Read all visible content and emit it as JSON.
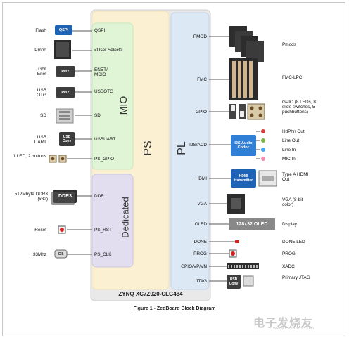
{
  "sections": {
    "mio": "MIO",
    "ps": "PS",
    "pl": "PL",
    "dedicated": "Dedicated"
  },
  "chip_name": "ZYNQ XC7Z020-CLG484",
  "caption": "Figure 1 - ZedBoard Block Diagram",
  "left_peripherals": [
    {
      "label": "Flash",
      "signal": "QSPI",
      "chip": "QSPI"
    },
    {
      "label": "Pmod",
      "signal": "<User Select>",
      "chip": ""
    },
    {
      "label": "Gbit Enet",
      "signal": "ENET/ MDIO",
      "chip": "PHY"
    },
    {
      "label": "USB OTG",
      "signal": "USBOTG",
      "chip": "PHY"
    },
    {
      "label": "SD",
      "signal": "SD",
      "chip": ""
    },
    {
      "label": "USB UART",
      "signal": "USBUART",
      "chip": "USB Conv"
    },
    {
      "label": "1 LED, 2 buttons",
      "signal": "PS_GPIO",
      "chip": ""
    },
    {
      "label": "512Mbyte DDR3 (x32)",
      "signal": "DDR",
      "chip": "DDR3"
    },
    {
      "label": "Reset",
      "signal": "PS_RST",
      "chip": ""
    },
    {
      "label": "33Mhz",
      "signal": "PS_CLK",
      "chip": "Clk"
    }
  ],
  "right_peripherals": [
    {
      "signal": "PMOD",
      "label": "Pmods"
    },
    {
      "signal": "FMC",
      "label": "FMC-LPC"
    },
    {
      "signal": "GPIO",
      "label": "GPIO (8 LEDs, 8 slide switches, 5 pushbuttons)"
    },
    {
      "signal": "I2S/ACD",
      "label": ""
    },
    {
      "signal": "HDMI",
      "label": "Type A HDMI Out"
    },
    {
      "signal": "VGA",
      "label": "VGA (8-bit color)"
    },
    {
      "signal": "OLED",
      "label": "Display"
    },
    {
      "signal": "DONE",
      "label": "DONE LED"
    },
    {
      "signal": "PROG",
      "label": "PROG"
    },
    {
      "signal": "GPIO/VP/VN",
      "label": "XADC"
    },
    {
      "signal": "JTAG",
      "label": "Primary JTAG"
    }
  ],
  "audio": {
    "chip": "I2S Audio Codec",
    "ports": [
      "HdPhn Out",
      "Line Out",
      "Line In",
      "MIC In"
    ]
  },
  "hdmi_chip": "HDMI transmitter",
  "oled_chip": "128x32 OLED",
  "jtag_chip": "USB Conv",
  "watermark": "电子发烧友",
  "watermark_url": "www.elecfans.com",
  "colors": {
    "ps_fill": "#fbf1d2",
    "mio_fill": "#dff5d6",
    "dedicated_fill": "#e2ddef",
    "pl_fill": "#dde8f5",
    "chip_blue": "#1e63b6",
    "audio_fill": "#2f7fd6"
  }
}
